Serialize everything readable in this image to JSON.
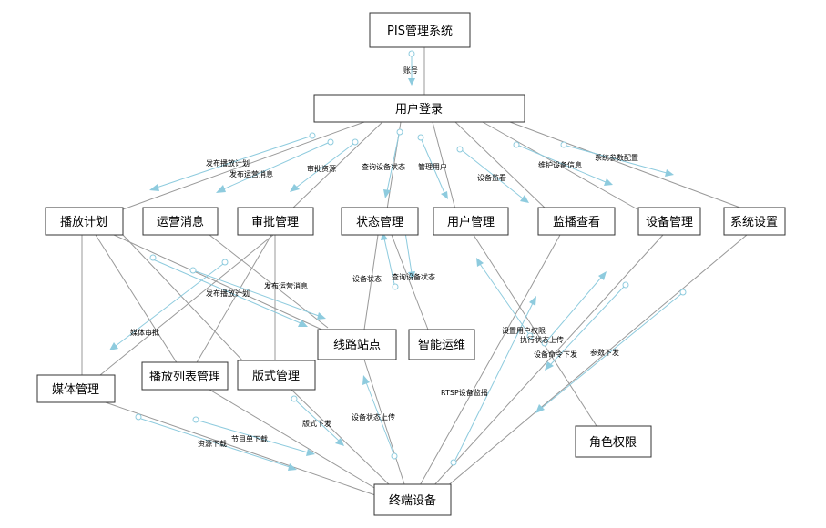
{
  "nodes": {
    "pis": "PIS管理系统",
    "login": "用户登录",
    "plan": "播放计划",
    "ops_msg": "运营消息",
    "approve": "审批管理",
    "status": "状态管理",
    "user": "用户管理",
    "monitor": "监播查看",
    "device": "设备管理",
    "sys": "系统设置",
    "line": "线路站点",
    "smart": "智能运维",
    "media": "媒体管理",
    "playlist": "播放列表管理",
    "layout": "版式管理",
    "role": "角色权限",
    "terminal": "终端设备"
  },
  "labels": {
    "account": "账号",
    "pub_plan": "发布播放计划",
    "pub_ops": "发布运营消息",
    "approve_res": "审批资源",
    "query_status": "查询设备状态",
    "manage_user": "管理用户",
    "dev_monitor": "设备监看",
    "maintain_info": "维护设备信息",
    "sys_param": "系统参数配置",
    "dev_status": "设备状态",
    "query_status2": "查询设备状态",
    "pub_plan2": "发布播放计划",
    "pub_ops2": "发布运营消息",
    "media_approve": "媒体审批",
    "set_perm": "设置用户权限",
    "exec_upload": "执行状态上传",
    "dev_cmd": "设备命令下发",
    "param_down": "参数下发",
    "rtsp": "RTSP设备监播",
    "layout_down": "版式下发",
    "status_upload": "设备状态上传",
    "program_dl": "节目单下载",
    "res_dl": "资源下载"
  }
}
